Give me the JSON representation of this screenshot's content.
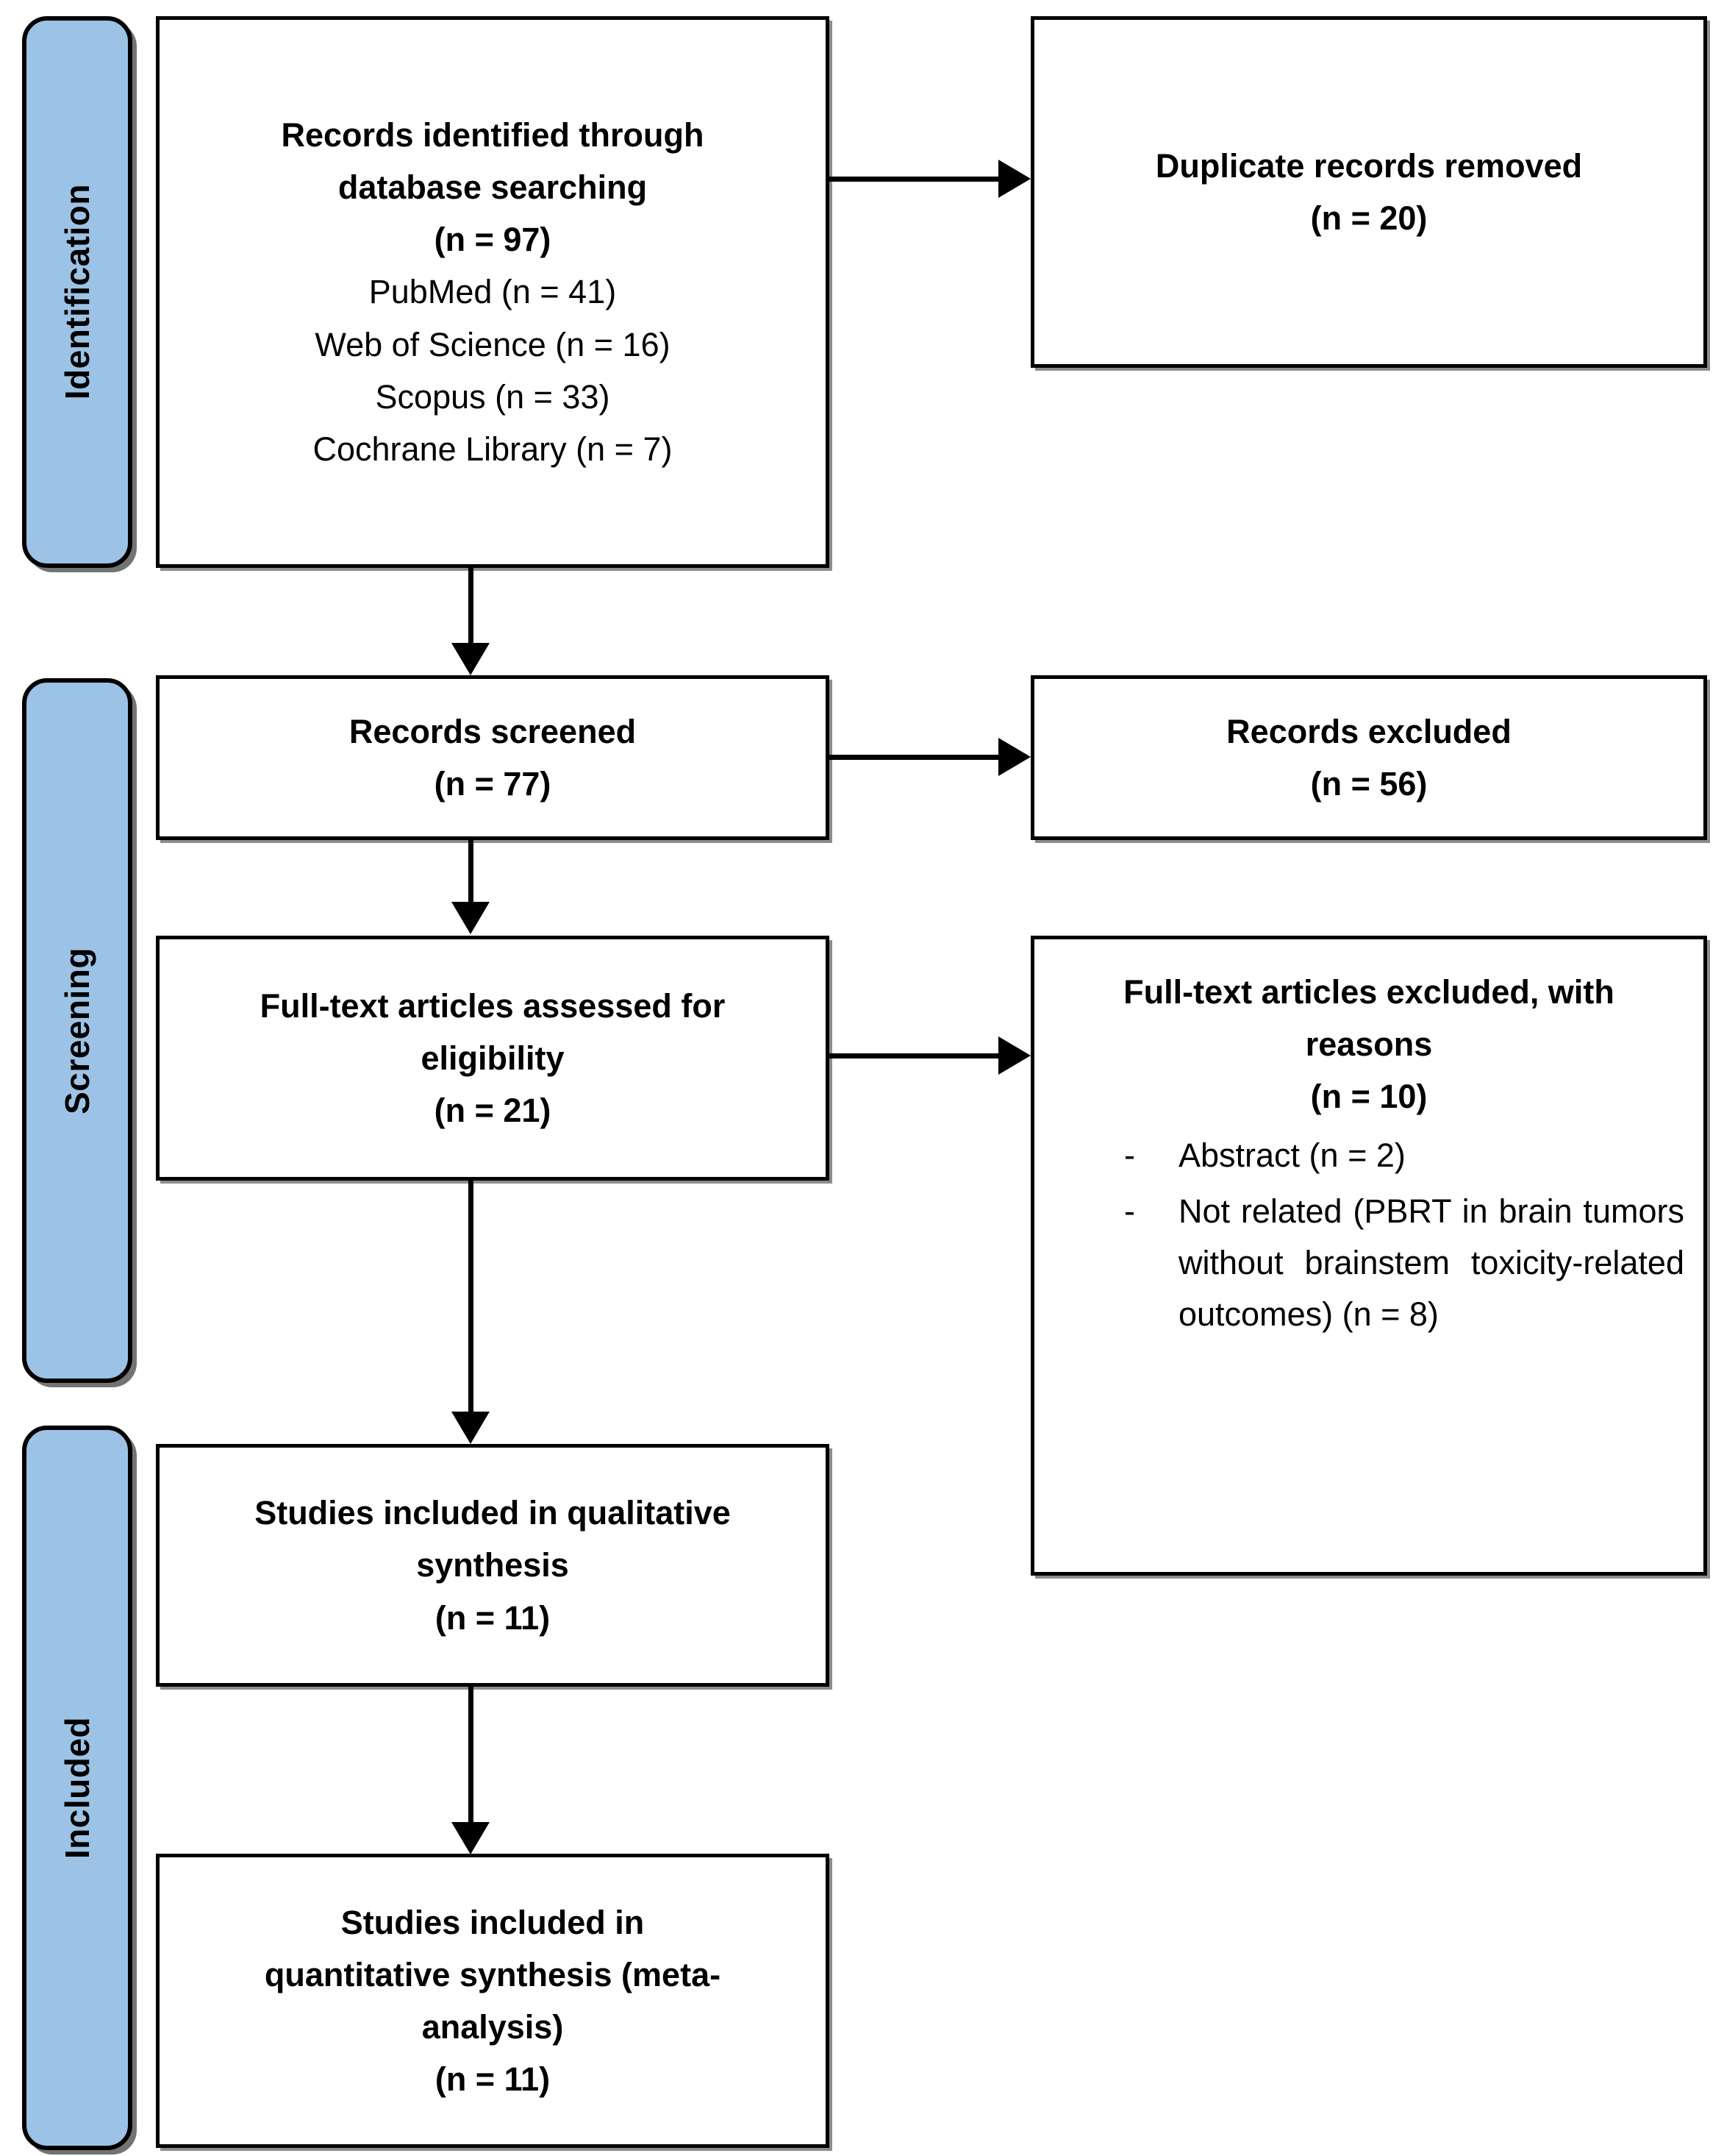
{
  "diagram": {
    "title": "PRISMA flow diagram",
    "colors": {
      "stage_fill": "#9CC3E5",
      "stroke": "#000000",
      "background": "#FFFFFF"
    }
  },
  "stages": [
    {
      "id": "identification",
      "label": "Identification"
    },
    {
      "id": "screening",
      "label": "Screening"
    },
    {
      "id": "included",
      "label": "Included"
    }
  ],
  "boxes": {
    "records_identified": {
      "title_line1": "Records identified through",
      "title_line2": "database searching",
      "count": "(n = 97)",
      "sources": [
        "PubMed (n = 41)",
        "Web of Science (n = 16)",
        "Scopus (n = 33)",
        "Cochrane Library (n = 7)"
      ]
    },
    "duplicates_removed": {
      "title": "Duplicate records removed",
      "count": "(n = 20)"
    },
    "records_screened": {
      "title": "Records screened",
      "count": "(n = 77)"
    },
    "records_excluded": {
      "title": "Records excluded",
      "count": "(n = 56)"
    },
    "fulltext_assessed": {
      "title_line1": "Full-text articles assessed for",
      "title_line2": "eligibility",
      "count": "(n = 21)"
    },
    "fulltext_excluded": {
      "title_line1": "Full-text articles excluded, with",
      "title_line2": "reasons",
      "count": "(n = 10)",
      "reasons": [
        {
          "marker": "-",
          "text": "Abstract (n = 2)"
        },
        {
          "marker": "-",
          "text": "Not related (PBRT in brain tumors without brainstem toxicity-related outcomes) (n = 8)"
        }
      ]
    },
    "qualitative_synthesis": {
      "title_line1": "Studies included in qualitative",
      "title_line2": "synthesis",
      "count": "(n = 11)"
    },
    "quantitative_synthesis": {
      "title_line1": "Studies included in",
      "title_line2": "quantitative synthesis (meta-",
      "title_line3": "analysis)",
      "count": "(n = 11)"
    }
  },
  "connectors": [
    {
      "id": "identified-to-duplicates",
      "type": "arrow-right"
    },
    {
      "id": "identified-to-screened",
      "type": "arrow-down"
    },
    {
      "id": "screened-to-excluded",
      "type": "arrow-right"
    },
    {
      "id": "screened-to-fulltext",
      "type": "arrow-down"
    },
    {
      "id": "fulltext-to-excluded-reasons",
      "type": "arrow-right"
    },
    {
      "id": "fulltext-to-qualitative",
      "type": "arrow-down"
    },
    {
      "id": "qualitative-to-quantitative",
      "type": "arrow-down"
    }
  ]
}
